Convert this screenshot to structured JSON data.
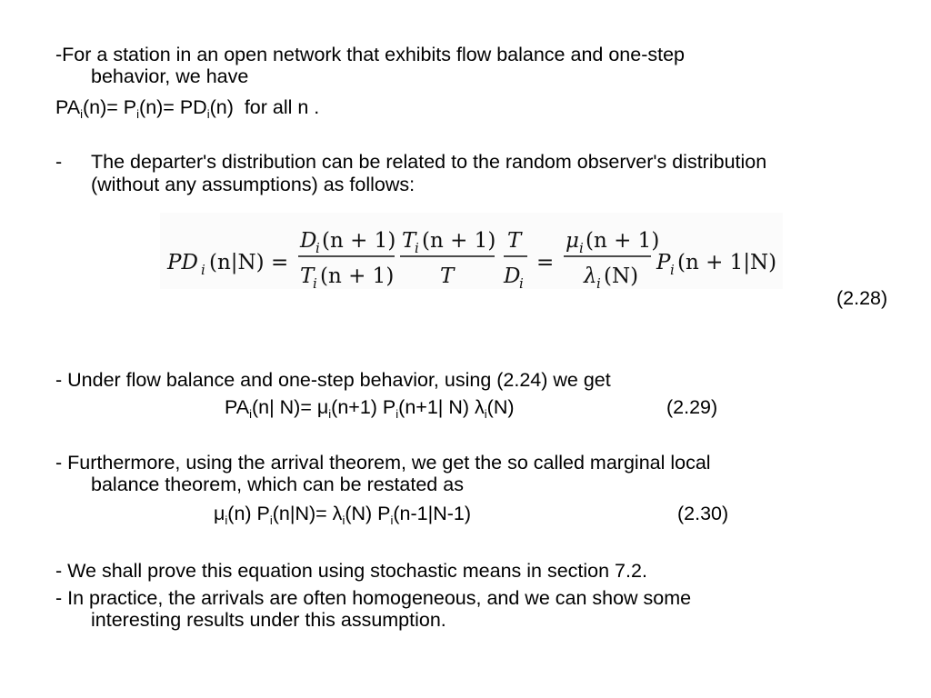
{
  "p1": {
    "line1": "-For a station in an open network that exhibits flow balance and one-step",
    "line2": "behavior, we have",
    "eq": {
      "a": "PA",
      "a_sub": "i",
      "b": "(n)= P",
      "b_sub": "i",
      "c": "(n)= PD",
      "c_sub": "i",
      "d": "(n)  for all n ."
    }
  },
  "p2": {
    "dash": "-",
    "line1": "The departer's distribution can be related to the random observer's distribution",
    "line2": "(without any assumptions) as follows:"
  },
  "formula_228": {
    "lhs_pd": "PD",
    "lhs_i": "i",
    "lhs_arg": "(n|N) =",
    "f1_num_D": "D",
    "f1_num_i": "i",
    "f1_num_arg": "(n + 1)",
    "f1_den_T": "T",
    "f1_den_i": "i",
    "f1_den_arg": "(n + 1)",
    "f2_num_T": "T",
    "f2_num_i": "i",
    "f2_num_arg": "(n + 1)",
    "f2_den": "T",
    "f3_num": "T",
    "f3_den_D": "D",
    "f3_den_i": "i",
    "eq2": "=",
    "f4_num_mu": "μ",
    "f4_num_i": "i",
    "f4_num_arg": "(n + 1)",
    "f4_den_lambda": "λ",
    "f4_den_i": "i",
    "f4_den_arg": "(N)",
    "rhs_P": "P",
    "rhs_i": "i",
    "rhs_arg": "(n + 1|N)",
    "number": "(2.28)"
  },
  "p3": {
    "line1": "- Under flow balance and one-step behavior, using (2.24) we get",
    "eq": {
      "a": "PA",
      "a_sub": "i",
      "b": "(n| N)= μ",
      "b_sub": "i",
      "c": "(n+1) P",
      "c_sub": "i",
      "d": "(n+1| N) λ",
      "d_sub": "i",
      "e": "(N)"
    },
    "number": "(2.29)"
  },
  "p4": {
    "line1": "- Furthermore, using the arrival theorem, we get the so called marginal local",
    "line2": "balance theorem, which can be restated as",
    "eq": {
      "a": "μ",
      "a_sub": "i",
      "b": "(n) P",
      "b_sub": "i",
      "c": "(n|N)= λ",
      "c_sub": "i",
      "d": "(N) P",
      "d_sub": "i",
      "e": "(n-1|N-1)"
    },
    "number": "(2.30)"
  },
  "p5": {
    "line1": "- We shall prove this equation using stochastic means in section 7.2."
  },
  "p6": {
    "line1": "- In practice, the arrivals are often homogeneous, and we can show some",
    "line2": "interesting results under this assumption."
  }
}
